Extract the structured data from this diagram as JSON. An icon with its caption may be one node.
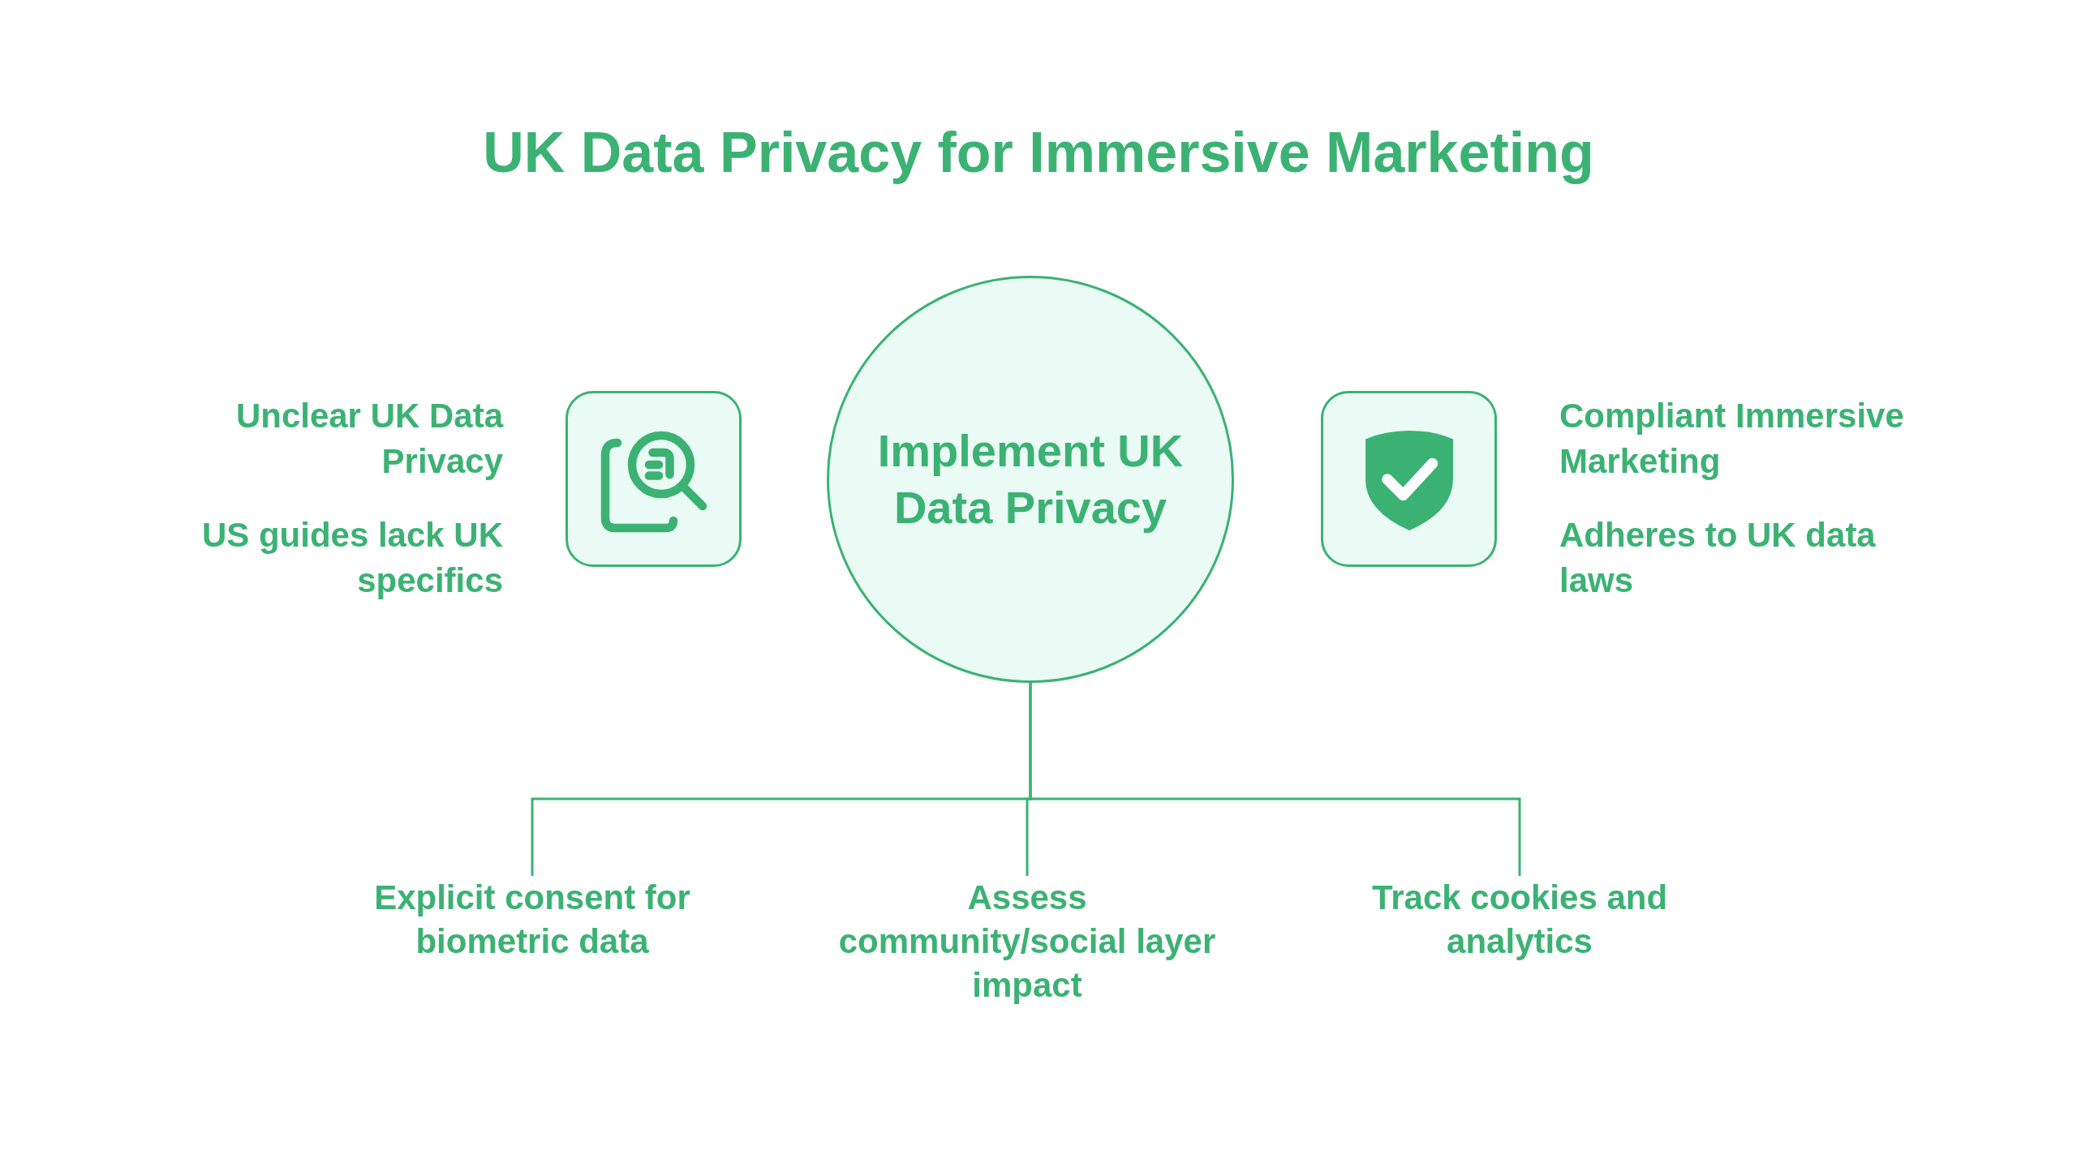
{
  "diagram": {
    "title": "UK Data Privacy for Immersive Marketing",
    "nodes": [
      {
        "text": [],
        "shape": "box",
        "beside": [
          "Unclear UK Data Privacy",
          "US guides lack UK specifics"
        ]
      },
      {
        "text": [
          "Implement UK Data Privacy"
        ]
      },
      {
        "text": [],
        "shape": "box",
        "beside": [
          "Compliant Immersive Marketing",
          "Adheres to UK data laws"
        ]
      },
      {
        "text": [
          "Explicit consent for biometric data"
        ]
      },
      {
        "text": [
          "Assess community/social layer impact"
        ]
      },
      {
        "text": [
          "Track cookies and analytics"
        ]
      }
    ],
    "edges": [
      {
        "from": 1,
        "to": 3,
        "arrow": "none"
      },
      {
        "from": 1,
        "to": 4,
        "arrow": "none"
      },
      {
        "from": 1,
        "to": 5,
        "arrow": "none"
      }
    ]
  }
}
